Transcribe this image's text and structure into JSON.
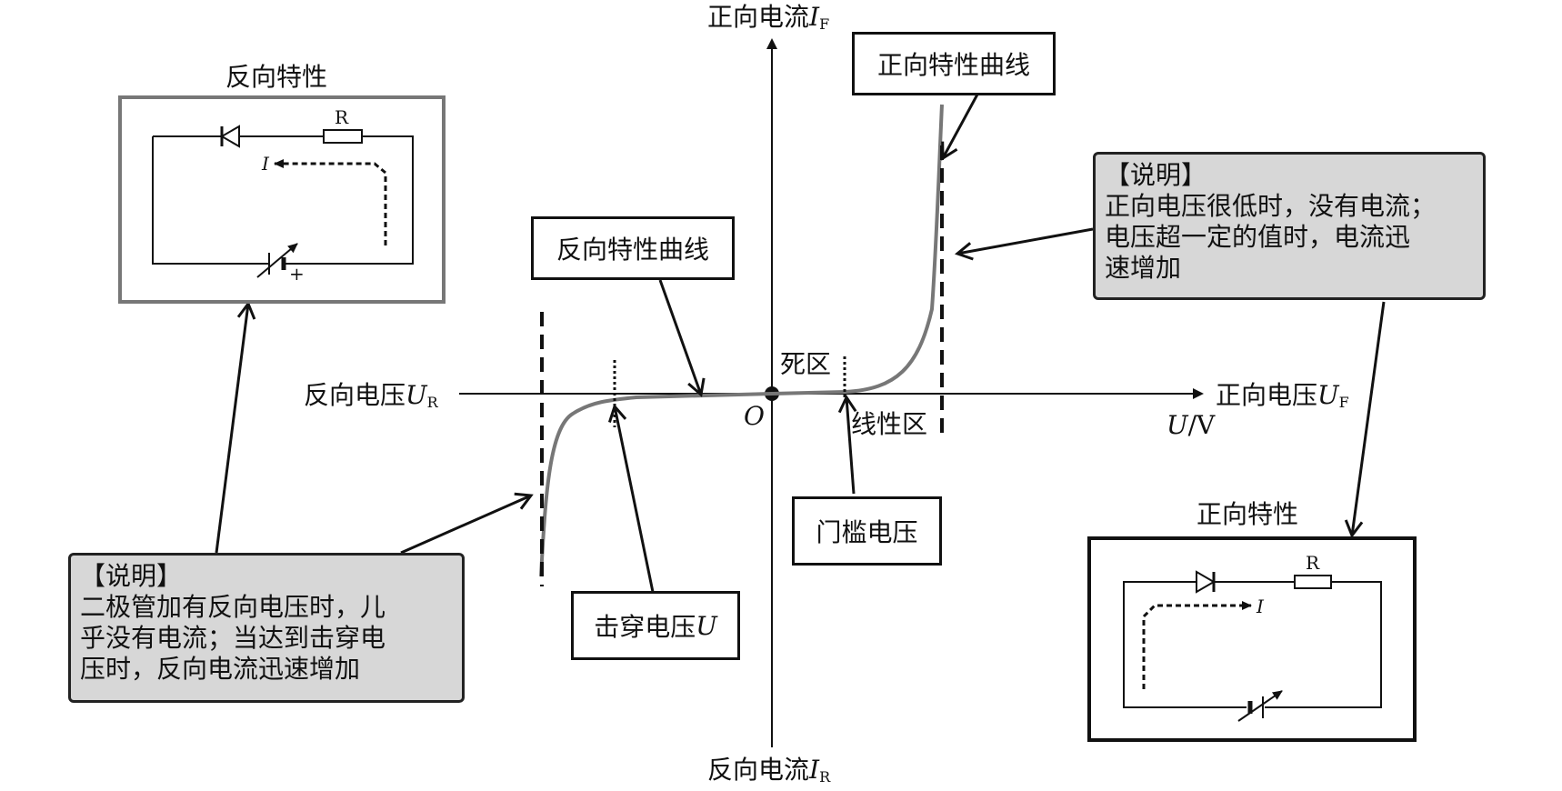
{
  "axes": {
    "y_top_text": "正向电流",
    "y_top_sym": "I",
    "y_top_sub": "F",
    "y_bottom_text": "反向电流",
    "y_bottom_sym": "I",
    "y_bottom_sub": "R",
    "x_left_text": "反向电压",
    "x_left_sym": "U",
    "x_left_sub": "R",
    "x_right_text": "正向电压",
    "x_right_sym": "U",
    "x_right_sub": "F",
    "origin": "O",
    "unit_sym": "U",
    "unit_rest": "/V"
  },
  "regions": {
    "dead_zone": "死区",
    "linear_zone": "线性区"
  },
  "callouts": {
    "forward_curve": "正向特性曲线",
    "reverse_curve": "反向特性曲线",
    "threshold_voltage": "门槛电压",
    "breakdown_text": "击穿电压",
    "breakdown_sym": "U"
  },
  "notes": {
    "forward": [
      "【说明】",
      "正向电压很低时，没有电流；",
      "电压超一定的值时，电流迅",
      "速增加"
    ],
    "reverse": [
      "【说明】",
      "二极管加有反向电压时，儿",
      "乎没有电流；当达到击穿电",
      "压时，反向电流迅速增加"
    ]
  },
  "panels": {
    "reverse": {
      "title": "反向特性",
      "resistor": "R",
      "current": "I",
      "battery_sign": "+"
    },
    "forward": {
      "title": "正向特性",
      "resistor": "R",
      "current": "I"
    }
  },
  "colors": {
    "curve": "#777777",
    "note_fill": "#d7d7d7",
    "reverse_panel_border": "#777777",
    "line": "#111111"
  }
}
